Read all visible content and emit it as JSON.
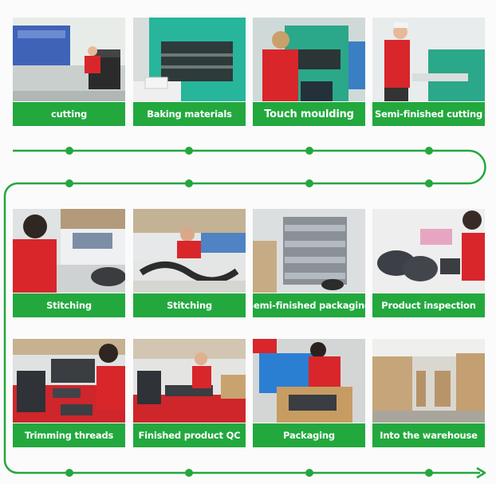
{
  "steps": [
    {
      "label": "cutting"
    },
    {
      "label": "Baking materials"
    },
    {
      "label": "Touch moulding"
    },
    {
      "label": "Semi-finished cutting"
    },
    {
      "label": "Stitching"
    },
    {
      "label": "Stitching"
    },
    {
      "label": "Semi-finished packaging"
    },
    {
      "label": "Product inspection"
    },
    {
      "label": "Trimming threads"
    },
    {
      "label": "Finished product QC"
    },
    {
      "label": "Packaging"
    },
    {
      "label": "Into the warehouse"
    }
  ],
  "colors": {
    "accent": "#23a83e",
    "shirt": "#d8262b",
    "background": "#fbfbfb"
  },
  "icons": {
    "flow_arrow": "arrow-right-icon",
    "flow_node": "dot-icon"
  }
}
